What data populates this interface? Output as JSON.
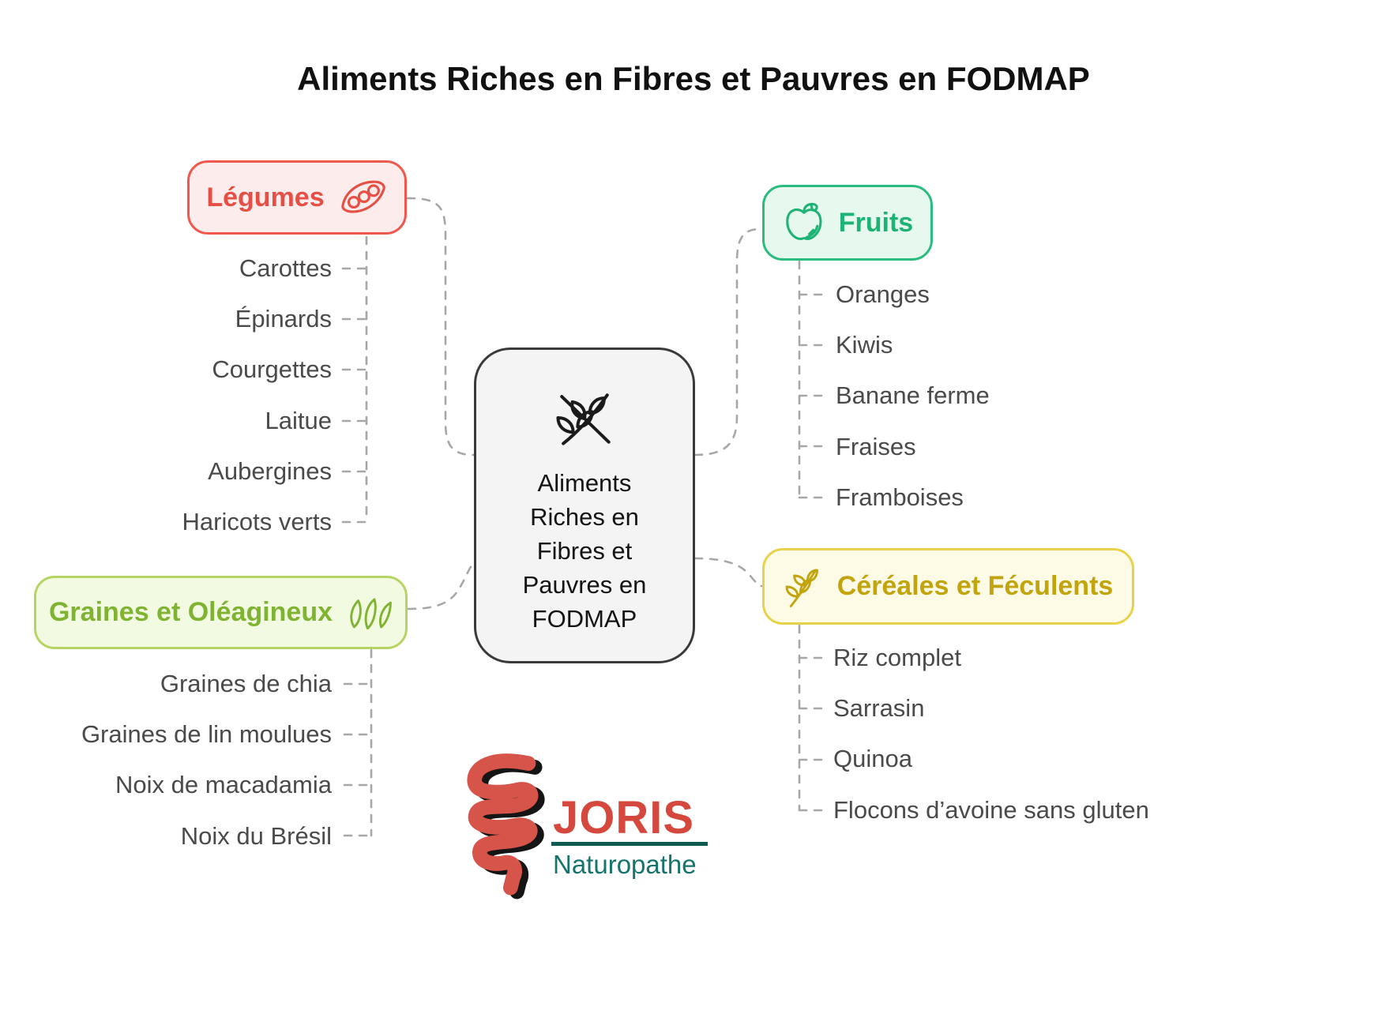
{
  "title": "Aliments Riches en Fibres et Pauvres en FODMAP",
  "center": {
    "icon": "crossed-wheat-icon",
    "lines": [
      "Aliments",
      "Riches en",
      "Fibres et",
      "Pauvres en",
      "FODMAP"
    ]
  },
  "categories": {
    "legumes": {
      "label": "Légumes",
      "icon": "pea-pod-icon",
      "accent_color": "#e54f46",
      "items": [
        "Carottes",
        "Épinards",
        "Courgettes",
        "Laitue",
        "Aubergines",
        "Haricots verts"
      ]
    },
    "fruits": {
      "label": "Fruits",
      "icon": "apple-icon",
      "accent_color": "#1db374",
      "items": [
        "Oranges",
        "Kiwis",
        "Banane ferme",
        "Fraises",
        "Framboises"
      ]
    },
    "graines": {
      "label": "Graines et Oléagineux",
      "icon": "seeds-icon",
      "accent_color": "#7fb332",
      "items": [
        "Graines de chia",
        "Graines de lin moulues",
        "Noix de macadamia",
        "Noix du Brésil"
      ]
    },
    "cereales": {
      "label": "Céréales et Féculents",
      "icon": "wheat-icon",
      "accent_color": "#c2a40c",
      "items": [
        "Riz complet",
        "Sarrasin",
        "Quinoa",
        "Flocons d’avoine sans gluten"
      ]
    }
  },
  "logo": {
    "name": "JORIS",
    "subtitle": "Naturopathe",
    "icon": "intestine-icon",
    "name_color": "#d5483e",
    "subtitle_color": "#15746b"
  }
}
